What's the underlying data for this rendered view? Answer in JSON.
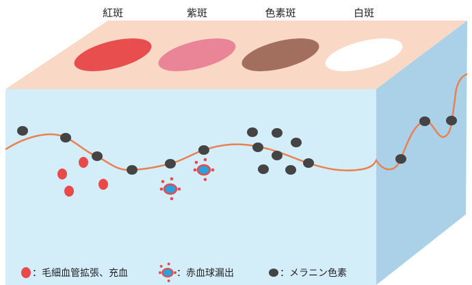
{
  "spot_labels": [
    "紅斑",
    "紫斑",
    "色素斑",
    "白斑"
  ],
  "legend": {
    "capillary": "：毛細血管拡張、充血",
    "rbc": "：赤血球漏出",
    "melanin": "：メラニン色素"
  },
  "colors": {
    "top_face": "#f9d9c6",
    "front_face": "#d3edf9",
    "side_face": "#abd1e8",
    "erythema": "#e84e4e",
    "purpura": "#ea8597",
    "pigment": "#a26e5e",
    "vitiligo": "#ffffff",
    "basal_line": "#e98050",
    "melanin": "#444444",
    "blood": "#e84a4a",
    "rbc_core": "#2aa0dd"
  }
}
